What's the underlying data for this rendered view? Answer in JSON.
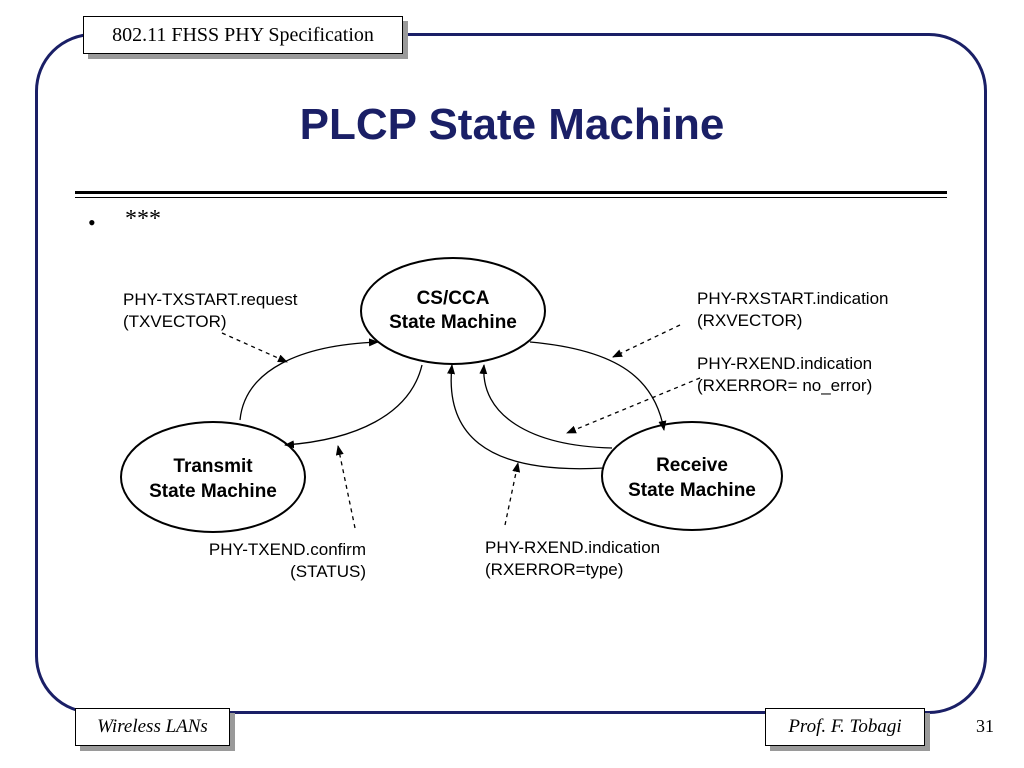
{
  "header": {
    "label": "802.11 FHSS PHY Specification"
  },
  "title": "PLCP State Machine",
  "bullet": {
    "text": "***"
  },
  "diagram": {
    "nodes": {
      "cca": [
        "CS/CCA",
        "State Machine"
      ],
      "transmit": [
        "Transmit",
        "State Machine"
      ],
      "receive": [
        "Receive",
        "State Machine"
      ]
    },
    "labels": {
      "txstart": [
        "PHY-TXSTART.request",
        "(TXVECTOR)"
      ],
      "rxstart": [
        "PHY-RXSTART.indication",
        "(RXVECTOR)"
      ],
      "rxend_ok": [
        "PHY-RXEND.indication",
        "(RXERROR= no_error)"
      ],
      "txend": [
        "PHY-TXEND.confirm",
        "(STATUS)"
      ],
      "rxend_err": [
        "PHY-RXEND.indication",
        "(RXERROR=type)"
      ]
    }
  },
  "footer": {
    "left": "Wireless LANs",
    "right": "Prof. F. Tobagi",
    "page": "31"
  }
}
